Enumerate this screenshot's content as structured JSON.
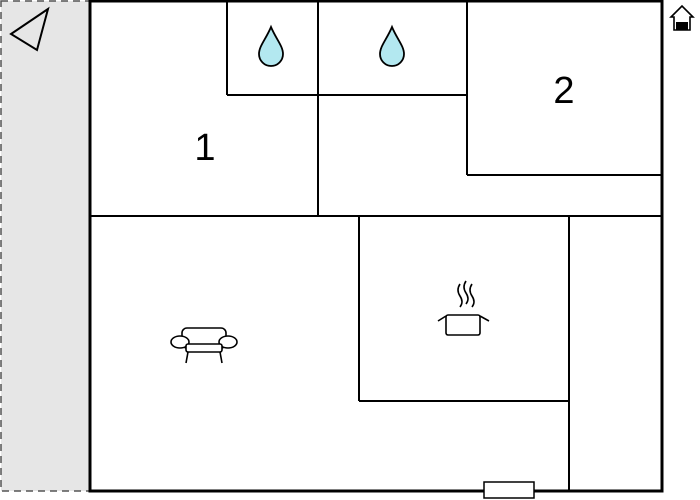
{
  "floorplan": {
    "rooms": [
      {
        "id": "bedroom-1",
        "label": "1"
      },
      {
        "id": "bedroom-2",
        "label": "2"
      }
    ],
    "icons": {
      "north_arrow": "triangle-pointer-icon",
      "bathroom_water": "water-drop-icon",
      "living_room": "sofa-icon",
      "kitchen": "cooking-pot-icon",
      "entrance": "house-entrance-icon"
    },
    "colors": {
      "wall": "#000000",
      "terrace_fill": "#e6e6e6",
      "water_drop_fill": "#b3e8f0",
      "background": "#ffffff"
    }
  }
}
